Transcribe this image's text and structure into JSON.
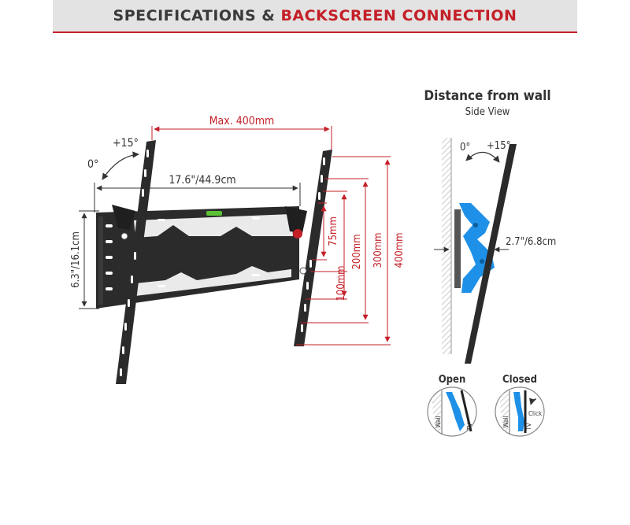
{
  "header": {
    "title_part1": "SPECIFICATIONS & ",
    "title_part2": "BACKSCREEN CONNECTION"
  },
  "front_view": {
    "max_vesa": "Max. 400mm",
    "width": "17.6\"/44.9cm",
    "height": "6.3\"/16.1cm",
    "tilt_up": "+15°",
    "tilt_zero": "0°",
    "vesa_heights": [
      "75mm",
      "100mm",
      "200mm",
      "300mm",
      "400mm"
    ]
  },
  "side_view": {
    "title": "Distance from wall",
    "subtitle": "Side View",
    "tilt_zero": "0°",
    "tilt_up": "+15°",
    "distance": "2.7\"/6.8cm"
  },
  "lock_detail": {
    "open_label": "Open",
    "closed_label": "Closed",
    "wall_label": "Wall",
    "tv_label": "TV",
    "click_label": "Click"
  },
  "colors": {
    "accent_red": "#c41f28",
    "mount_black": "#2b2b2b",
    "bracket_blue": "#1e90e8",
    "header_gray": "#e3e3e3"
  }
}
